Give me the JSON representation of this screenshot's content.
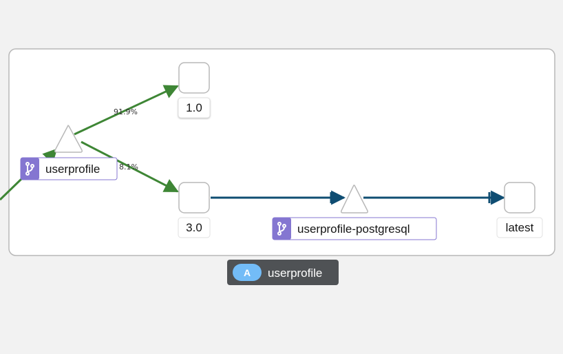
{
  "app_group": {
    "badge": "A",
    "name": "userprofile",
    "badge_color": "#73bcf7",
    "label_bg": "#4f5255"
  },
  "nodes": {
    "service_userprofile": {
      "label": "userprofile",
      "icon": "git-branch-icon"
    },
    "service_postgresql": {
      "label": "userprofile-postgresql",
      "icon": "git-branch-icon"
    },
    "version_1": {
      "label": "1.0"
    },
    "version_3": {
      "label": "3.0"
    },
    "version_latest": {
      "label": "latest"
    }
  },
  "edges": {
    "to_v1": {
      "label": "91.9%",
      "color": "#3e8635"
    },
    "to_v3": {
      "label": "8.1%",
      "color": "#3e8635"
    },
    "tcp_color": "#0f4d72"
  },
  "colors": {
    "service_badge": "#8476d1",
    "group_border": "#b8b8b8"
  }
}
